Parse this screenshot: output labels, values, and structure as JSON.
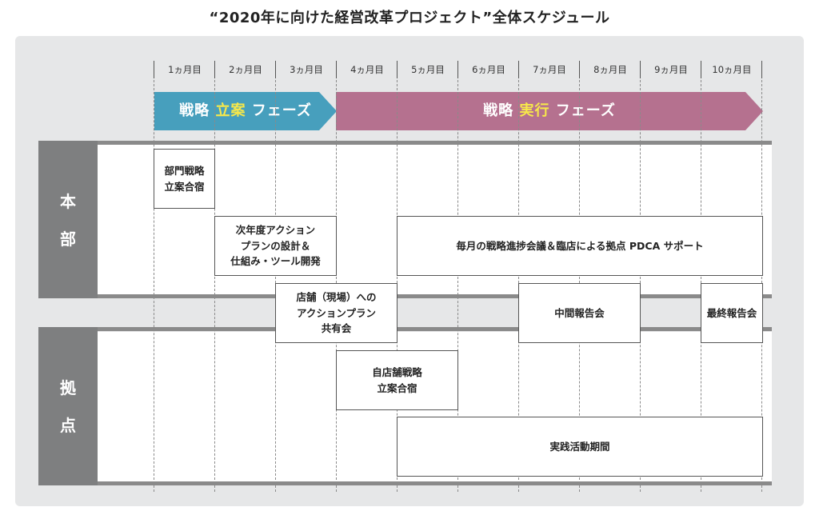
{
  "title": "“2020年に向けた経営改革プロジェクト”全体スケジュール",
  "months": [
    "1ヵ月目",
    "2ヵ月目",
    "3ヵ月目",
    "4ヵ月目",
    "5ヵ月目",
    "6ヵ月目",
    "7ヵ月目",
    "8ヵ月目",
    "9ヵ月目",
    "10ヵ月目"
  ],
  "phases": {
    "plan": {
      "pre": "戦略 ",
      "hl": "立案",
      "post": " フェーズ"
    },
    "exec": {
      "pre": "戦略 ",
      "hl": "実行",
      "post": " フェーズ"
    }
  },
  "sections": {
    "honbu": [
      "本",
      "部"
    ],
    "kyoten": [
      "拠",
      "点"
    ]
  },
  "tasks": {
    "t1": "部門戦略\n立案合宿",
    "t2": "次年度アクション\nプランの設計＆\n仕組み・ツール開発",
    "t3": "毎月の戦略進捗会議＆臨店による拠点 PDCA サポート",
    "t4": "店舗（現場）への\nアクションプラン\n共有会",
    "t5": "中間報告会",
    "t6": "最終報告会",
    "t7": "自店舗戦略\n立案合宿",
    "t8": "実践活動期間"
  }
}
